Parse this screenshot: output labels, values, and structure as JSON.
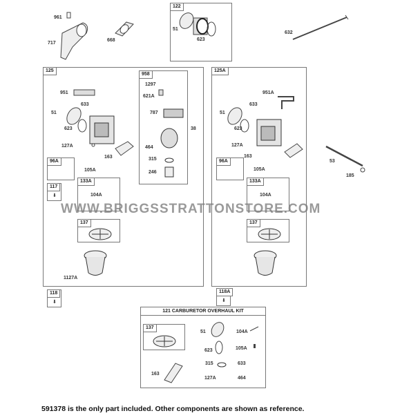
{
  "boxes": {
    "b122": "122",
    "b125": "125",
    "b958": "958",
    "b96A_1": "96A",
    "b117": "117",
    "b133A_1": "133A",
    "b137_1": "137",
    "b125A": "125A",
    "b96A_2": "96A",
    "b133A_2": "133A",
    "b137_2": "137",
    "b118": "118",
    "b118A": "118A",
    "b137_3": "137",
    "kit_title": "121 CARBURETOR OVERHAUL KIT"
  },
  "labels": {
    "l961": "961",
    "l717": "717",
    "l668": "668",
    "l51a": "51",
    "l623a": "623",
    "l632": "632",
    "l951": "951",
    "l633a": "633",
    "l51b": "51",
    "l623b": "623",
    "l127Aa": "127A",
    "l163a": "163",
    "l105Aa": "105A",
    "l104Aa": "104A",
    "l1127A": "1127A",
    "l1297": "1297",
    "l621A": "621A",
    "l787": "787",
    "l464a": "464",
    "l315a": "315",
    "l246": "246",
    "l38": "38",
    "l951A": "951A",
    "l633b": "633",
    "l51c": "51",
    "l623c": "623",
    "l127Ab": "127A",
    "l163b": "163",
    "l105Ab": "105A",
    "l104Ab": "104A",
    "l53": "53",
    "l185": "185",
    "l51d": "51",
    "l104Ac": "104A",
    "l623d": "623",
    "l105Ac": "105A",
    "l315b": "315",
    "l633c": "633",
    "l163c": "163",
    "l127Ac": "127A",
    "l464b": "464"
  },
  "watermark": "WWW.BRIGGSSTRATTONSTORE.COM",
  "footer": "591378 is the only part included. Other components are shown as reference."
}
